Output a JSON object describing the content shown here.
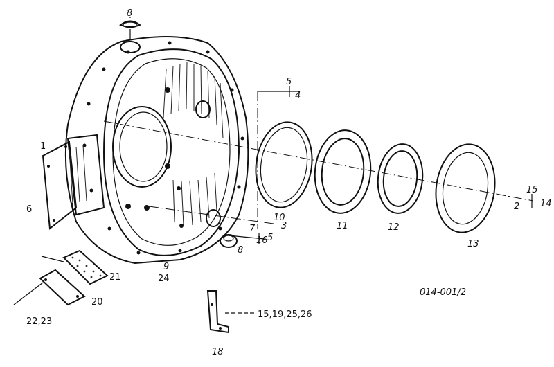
{
  "drawing_code": "014-001/2",
  "labels": {
    "l1": "1",
    "l2": "2",
    "l3": "3",
    "l4": "4",
    "l5a": "5",
    "l5b": "5",
    "l6": "6",
    "l7": "7",
    "l8a": "8",
    "l8b": "8",
    "l9": "9",
    "l10": "10",
    "l11": "11",
    "l12": "12",
    "l13": "13",
    "l14": "14",
    "l15": "15",
    "l16": "16",
    "l18": "18",
    "l20": "20",
    "l21": "21",
    "l22": "22,23",
    "l24": "24",
    "l25": "15,19,25,26"
  }
}
